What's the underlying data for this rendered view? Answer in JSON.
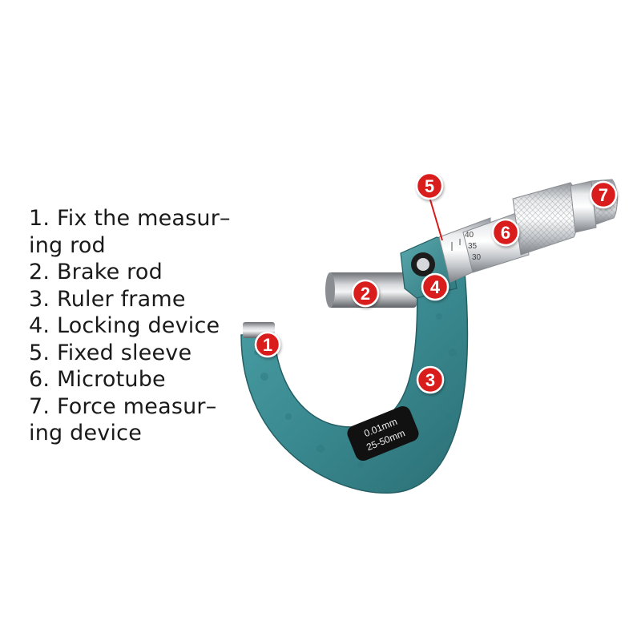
{
  "legend": {
    "lines": [
      "1. Fix the measur–",
      "ing rod",
      "2. Brake rod",
      "3. Ruler frame",
      "4. Locking device",
      "5. Fixed sleeve",
      "6. Microtube",
      "7. Force measur–",
      "ing device"
    ]
  },
  "frame_label": {
    "line1": "0.01mm",
    "line2": "25-50mm"
  },
  "sleeve_scale": {
    "numbers": [
      "40",
      "35",
      "30"
    ]
  },
  "markers": [
    "1",
    "2",
    "3",
    "4",
    "5",
    "6",
    "7"
  ],
  "colors": {
    "frame": "#3d8b91",
    "frame_dark": "#2a6c72",
    "badge": "#d91a1a",
    "metal": "#c9ccd0",
    "text": "#1a1a1a"
  }
}
